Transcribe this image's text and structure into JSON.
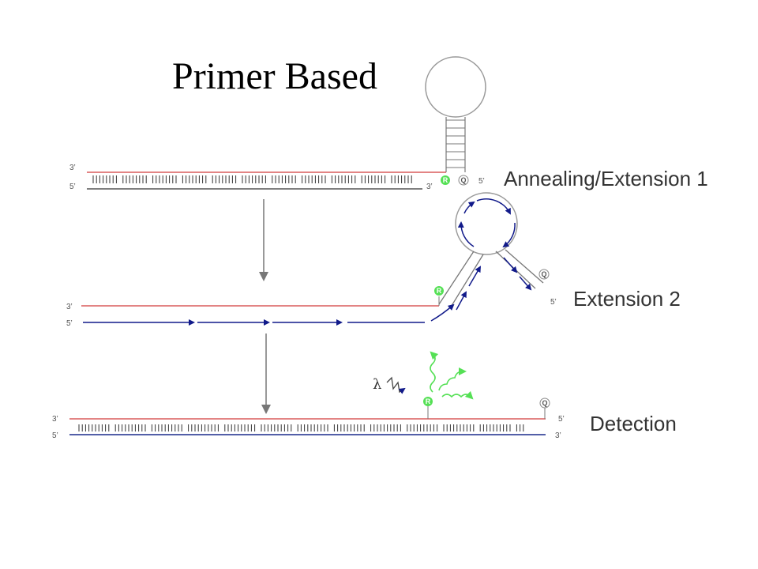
{
  "title": "Primer Based",
  "stages": {
    "annealing": "Annealing/Extension 1",
    "extension2": "Extension 2",
    "detection": "Detection"
  },
  "ends": {
    "three_prime": "3’",
    "five_prime": "5’"
  },
  "markers": {
    "reporter": "R",
    "quencher": "Q"
  },
  "lambda": "λ",
  "colors": {
    "template_strand": "#d23a3a",
    "primer_strand": "#1a2a8c",
    "arrows": "#111a8a",
    "reporter_fill": "#55e055",
    "light_waves": "#55e055",
    "probe_outline": "#888888"
  }
}
